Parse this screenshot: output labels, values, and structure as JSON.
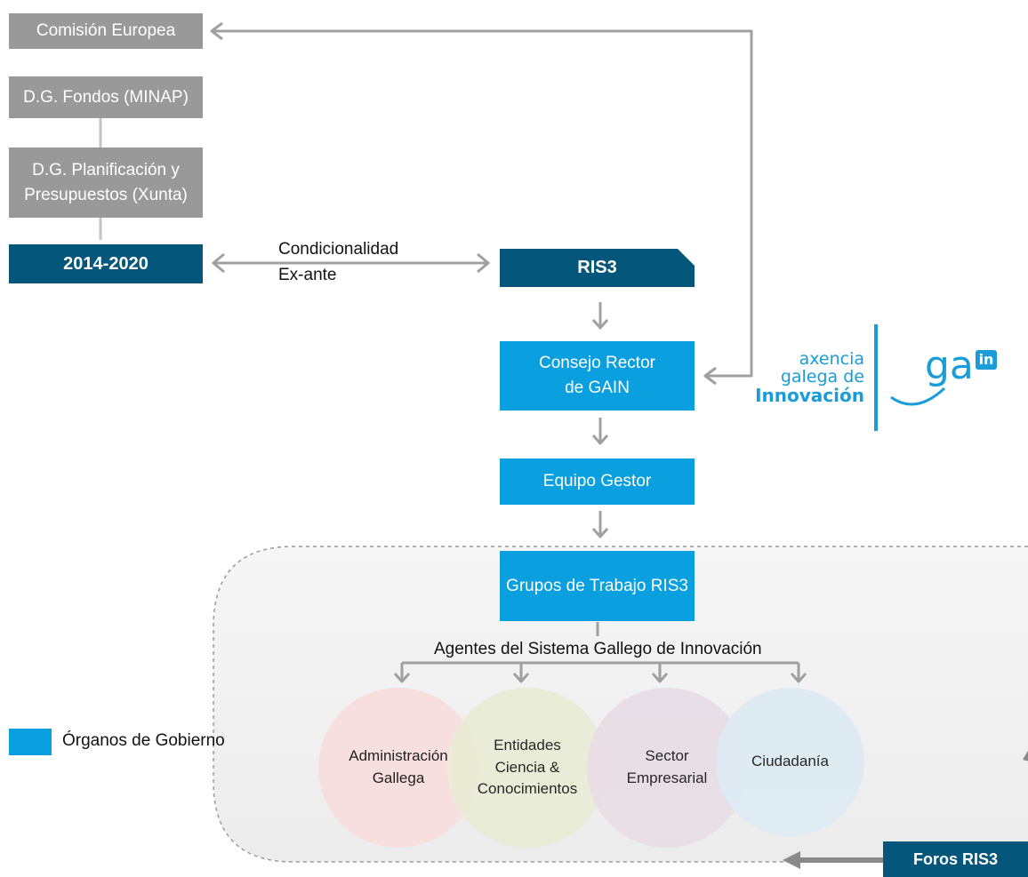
{
  "boxes": {
    "comision": "Comisión Europea",
    "dg_fondos": "D.G.  Fondos (MINAP)",
    "dg_planif_line1": "D.G. Planificación y",
    "dg_planif_line2": "Presupuestos (Xunta)",
    "periodo": "2014-2020",
    "ris3": "RIS3",
    "consejo_line1": "Consejo Rector",
    "consejo_line2": "de GAIN",
    "equipo": "Equipo Gestor",
    "grupos": "Grupos de Trabajo RIS3",
    "foros": "Foros RIS3"
  },
  "labels": {
    "condicionalidad_line1": "Condicionalidad",
    "condicionalidad_line2": "Ex-ante",
    "agentes": "Agentes del Sistema Gallego de Innovación"
  },
  "circles": [
    {
      "line1": "Administración",
      "line2": "Gallega",
      "line3": "",
      "color": "#f9dede"
    },
    {
      "line1": "Entidades",
      "line2": "Ciencia &",
      "line3": "Conocimientos",
      "color": "#e9ecd5"
    },
    {
      "line1": "Sector",
      "line2": "Empresarial",
      "line3": "",
      "color": "#e8dde6"
    },
    {
      "line1": "Ciudadanía",
      "line2": "",
      "line3": "",
      "color": "#ddebf4"
    }
  ],
  "logo": {
    "line1": "axencia",
    "line2": "galega de",
    "line3": "Innovación",
    "mark": "ga",
    "badge": "in",
    "color": "#1a9cd9"
  },
  "legend": {
    "label": "Órganos de Gobierno",
    "color": "#0a9fdf"
  },
  "colors": {
    "gray_box": "#999999",
    "navy_box": "#04567a",
    "blue_box": "#0a9fdf",
    "arrow": "#a0a0a0"
  }
}
